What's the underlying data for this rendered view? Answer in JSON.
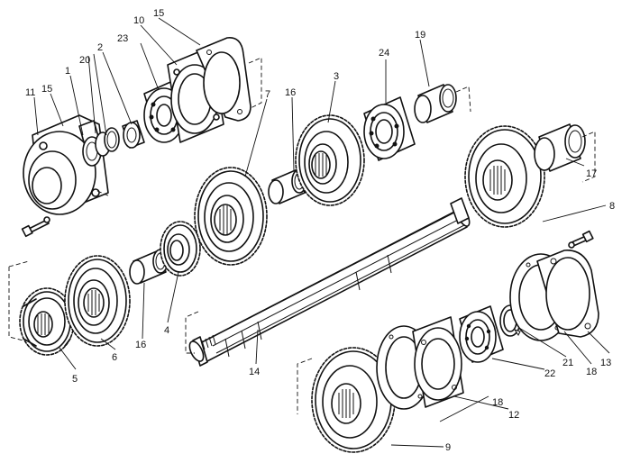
{
  "callouts": {
    "c1": "1",
    "c2": "2",
    "c3": "3",
    "c4": "4",
    "c5": "5",
    "c6": "6",
    "c7": "7",
    "c8": "8",
    "c9": "9",
    "c10": "10",
    "c11": "11",
    "c12": "12",
    "c13": "13",
    "c14": "14",
    "c15a": "15",
    "c15b": "15",
    "c16a": "16",
    "c16b": "16",
    "c17": "17",
    "c18a": "18",
    "c18b": "18",
    "c19": "19",
    "c20": "20",
    "c21": "21",
    "c22": "22",
    "c23": "23",
    "c24": "24"
  }
}
